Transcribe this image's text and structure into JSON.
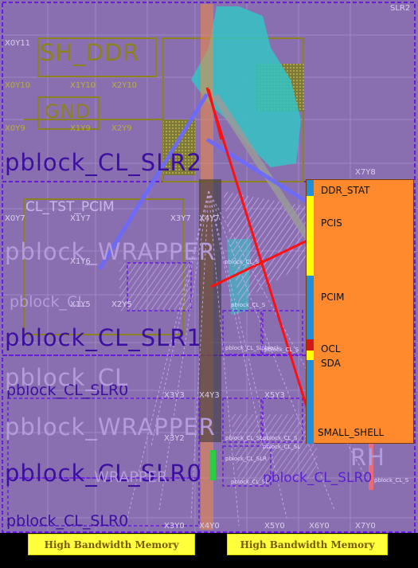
{
  "device": {
    "slr_corner_label": "SLR2",
    "coords": {
      "x0y11": "X0Y11",
      "x0y10": "X0Y10",
      "x1y10": "X1Y10",
      "x2y10": "X2Y10",
      "x0y9": "X0Y9",
      "x1y9": "X1Y9",
      "x2y9": "X2Y9",
      "x7y8": "X7Y8",
      "x0y7": "X0Y7",
      "x1y7": "X1Y7",
      "x3y7": "X3Y7",
      "x4y7": "X4Y7",
      "x1y6": "X1Y6",
      "x1y5": "X1Y5",
      "x2y5": "X2Y5",
      "x3y3": "X3Y3",
      "x4y3": "X4Y3",
      "x5y3": "X5Y3",
      "x3y2": "X3Y2",
      "x3y0": "X3Y0",
      "x4y0": "X4Y0",
      "x5y0": "X5Y0",
      "x6y0": "X6Y0",
      "x7y0": "X7Y0"
    }
  },
  "pblocks": {
    "sh_ddr": "SH_DDR",
    "gnd": "GND",
    "cl_slr2": "pblock_CL_SLR2",
    "cl_tst_pcim": "CL_TST_PCIM",
    "wrapper_upper": "pblock_WRAPPER",
    "cl_small": "pblock_CL",
    "cl_slr1": "pblock_CL_SLR1",
    "cl_slr0": "pblock_CL_SLR0",
    "cl_left": "pblock_CL",
    "wrapper_lower": "pblock_WRAPPER",
    "cl_slr0_large": "pblock_CL_SLR0",
    "wrapper_ghost": "WRAPPER",
    "cl_slr0_mid": "pblock_CL_SLR0",
    "cl_slr0_bottom": "pblock_CL_SLR0",
    "cl_small_1": "pblock_CL_S",
    "cl_small_2": "pblock_CL_S",
    "cl_small_3": "pblock_CL_Slpblock",
    "cl_small_4": "pblock_CL_S",
    "cl_small_5": "pblock_CL_SLpblock_CL_S",
    "cl_small_6": "pblock_CL_SLR",
    "cl_small_7": "pblock_CL_SL",
    "cl_small_8": "pblock_CL_S",
    "cl_small_9": "pblock_CL_SL",
    "rh_fragment": "RH"
  },
  "shell": {
    "ports": [
      "DDR_STAT",
      "PCIS",
      "PCIM",
      "OCL",
      "SDA",
      "SMALL_SHELL"
    ],
    "segment_colors": {
      "ddr_stat": "#1e8fd8",
      "pcis": "#ffff00",
      "pcim": "#1e8fd8",
      "ocl": "#d01818",
      "sda": "#ffff00",
      "small_shell": "#1e8fd8"
    },
    "fill_color": "#ff8a2e"
  },
  "memory": {
    "left_label": "High Bandwidth Memory",
    "right_label": "High Bandwidth Memory",
    "color": "#ffff3c"
  },
  "colors": {
    "fabric": "#8a6fb0",
    "routing_cyan": "#33c4c4",
    "net_red": "#ff1010",
    "net_blue": "#6a6aff",
    "net_gray": "#9a9a9a",
    "pblock_olive": "#8b8120",
    "pblock_border": "#6a1ae0"
  }
}
